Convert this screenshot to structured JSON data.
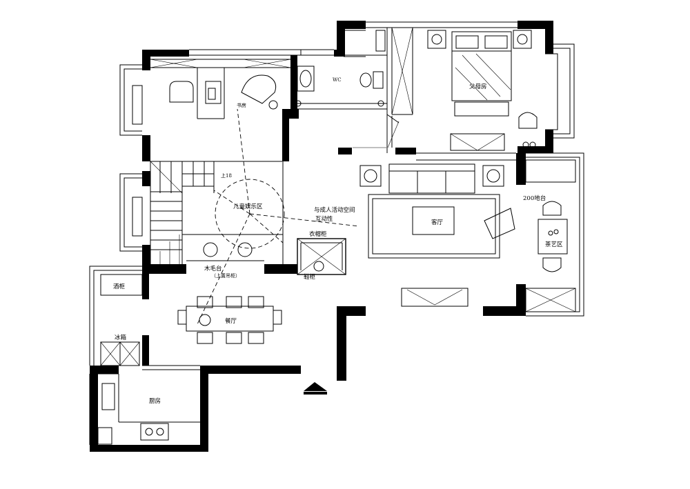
{
  "labels": {
    "study": "书房",
    "wc": "WC",
    "parents_room": "父母房",
    "stair_up": "上18",
    "kids_area": "儿童娱乐区",
    "interaction_1": "与成人活动空间",
    "interaction_2": "互动性",
    "living_room": "客厅",
    "balcony": "200地台",
    "tea_area": "茶艺区",
    "coat_cabinet": "衣帽柜",
    "shoe_cabinet": "鞋柜",
    "bench_1": "木毛台",
    "bench_2": "（上置吊柜）",
    "wine_cabinet": "酒柜",
    "dining_room": "餐厅",
    "fridge": "冰箱",
    "kitchen": "厨房"
  }
}
